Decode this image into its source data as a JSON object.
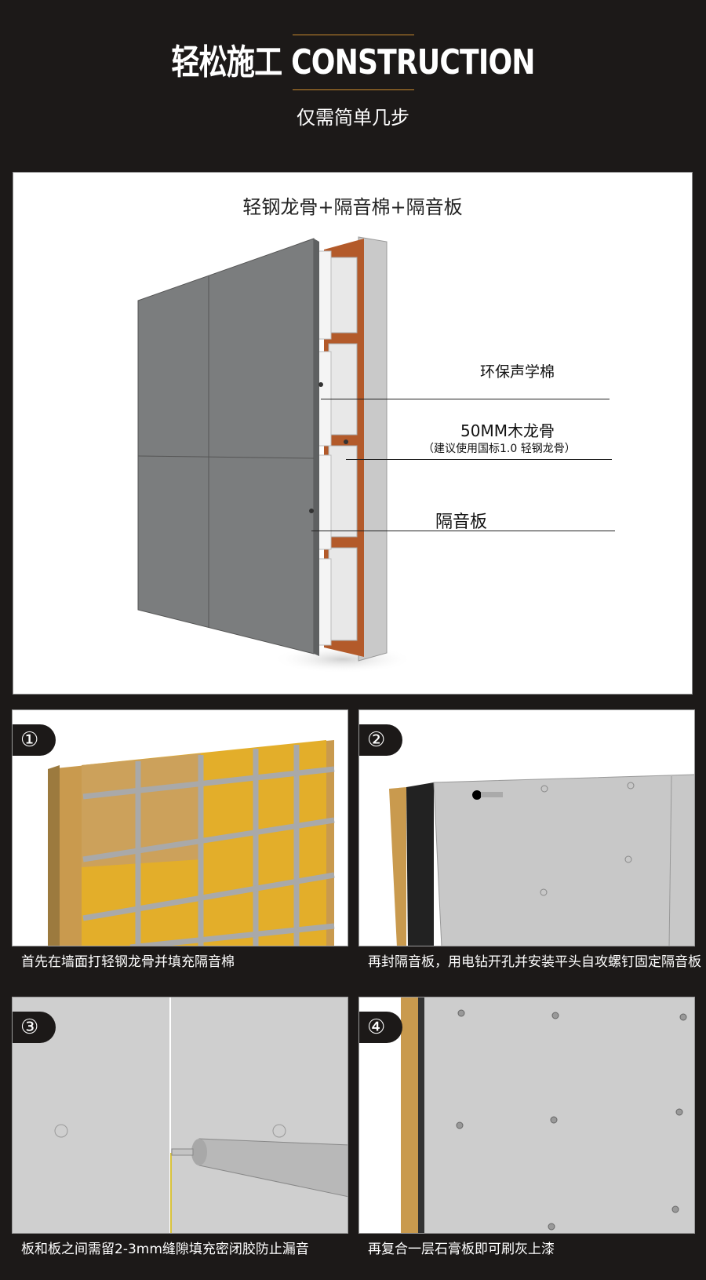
{
  "header": {
    "title": "轻松施工 CONSTRUCTION",
    "subtitle": "仅需简单几步",
    "accent_color": "#c98a2e",
    "background_color": "#1c1918"
  },
  "diagram": {
    "heading": "轻钢龙骨+隔音棉+隔音板",
    "labels": {
      "cotton": "环保声学棉",
      "keel": "50MM木龙骨",
      "keel_note": "（建议使用国标1.0 轻钢龙骨）",
      "board": "隔音板"
    }
  },
  "steps": [
    {
      "badge": "①",
      "caption": "首先在墙面打轻钢龙骨并填充隔音棉"
    },
    {
      "badge": "②",
      "caption": "再封隔音板，用电钻开孔并安装平头自攻螺钉固定隔音板"
    },
    {
      "badge": "③",
      "caption": "板和板之间需留2-3mm缝隙填充密闭胶防止漏音"
    },
    {
      "badge": "④",
      "caption": "再复合一层石膏板即可刷灰上漆"
    }
  ]
}
